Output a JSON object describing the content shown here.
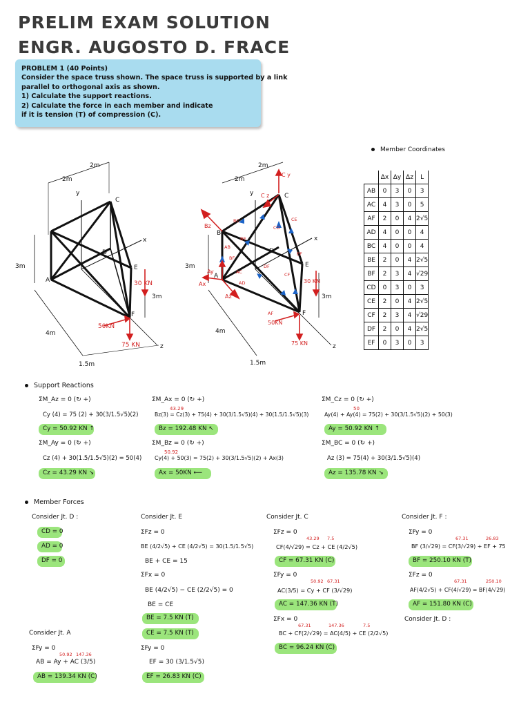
{
  "header": {
    "title_line1": "PRELIM EXAM SOLUTION",
    "title_line2": "ENGR. AUGOSTO D. FRACE"
  },
  "problem": {
    "heading": "PROBLEM 1 (40 Points)",
    "line1": "Consider the space truss shown. The space truss is supported by a link",
    "line2": "parallel to orthogonal axis as shown.",
    "line3": "1) Calculate the support reactions.",
    "line4": "2) Calculate the force in each member and indicate",
    "line5": "if it is tension (T) of compression (C)."
  },
  "figure": {
    "dim_2m": "2m",
    "dim_3m": "3m",
    "dim_4m": "4m",
    "dim_15m": "1.5m",
    "node_a": "A",
    "node_b": "B",
    "node_c": "C",
    "node_d": "D",
    "node_e": "E",
    "node_f": "F",
    "axis_x": "x",
    "axis_y": "y",
    "axis_z": "z",
    "load_30": "30 KN",
    "load_50": "50KN",
    "load_75": "75 KN",
    "react_cy": "C y",
    "react_cz": "C z",
    "react_bz": "Bz",
    "react_ay": "Ay",
    "react_az": "Az",
    "react_ax": "Ax",
    "members": [
      "AB",
      "AC",
      "AF",
      "AD",
      "BC",
      "BE",
      "BF",
      "CD",
      "CE",
      "CF",
      "DF",
      "EF"
    ]
  },
  "coords": {
    "title": "Member Coordinates",
    "headers": [
      "Δx",
      "Δy",
      "Δz",
      "L"
    ],
    "rows": [
      {
        "m": "AB",
        "dx": "0",
        "dy": "3",
        "dz": "0",
        "L": "3"
      },
      {
        "m": "AC",
        "dx": "4",
        "dy": "3",
        "dz": "0",
        "L": "5"
      },
      {
        "m": "AF",
        "dx": "2",
        "dy": "0",
        "dz": "4",
        "L": "2√5"
      },
      {
        "m": "AD",
        "dx": "4",
        "dy": "0",
        "dz": "0",
        "L": "4"
      },
      {
        "m": "BC",
        "dx": "4",
        "dy": "0",
        "dz": "0",
        "L": "4"
      },
      {
        "m": "BE",
        "dx": "2",
        "dy": "0",
        "dz": "4",
        "L": "2√5"
      },
      {
        "m": "BF",
        "dx": "2",
        "dy": "3",
        "dz": "4",
        "L": "√29"
      },
      {
        "m": "CD",
        "dx": "0",
        "dy": "3",
        "dz": "0",
        "L": "3"
      },
      {
        "m": "CE",
        "dx": "2",
        "dy": "0",
        "dz": "4",
        "L": "2√5"
      },
      {
        "m": "CF",
        "dx": "2",
        "dy": "3",
        "dz": "4",
        "L": "√29"
      },
      {
        "m": "DF",
        "dx": "2",
        "dy": "0",
        "dz": "4",
        "L": "2√5"
      },
      {
        "m": "EF",
        "dx": "0",
        "dy": "3",
        "dz": "0",
        "L": "3"
      }
    ]
  },
  "support": {
    "heading": "Support Reactions",
    "col1": {
      "eq1_title": "ΣM_Az = 0  (↻ +)",
      "eq1": "Cy (4) = 75 (2) + 30(3/1.5√5)(2)",
      "res1": "Cy = 50.92 KN ↑",
      "eq2_title": "ΣM_Ay = 0  (↻ +)",
      "eq2": "Cz (4) + 30(1.5/1.5√5)(2) = 50(4)",
      "res2": "Cz = 43.29 KN ↘"
    },
    "col2": {
      "eq1_title": "ΣM_Ax = 0  (↻ +)",
      "eq1": "Bz(3) = Cz(3) + 75(4) + 30(3/1.5√5)(4) + 30(1.5/1.5√5)(3)",
      "note1": "43.29",
      "res1": "Bz = 192.48 KN ↖",
      "eq2_title": "ΣM_Bz = 0  (↻ +)",
      "eq2": "Cy(4) + 50(3) = 75(2) + 30(3/1.5√5)(2) + Ax(3)",
      "note2": "50.92",
      "res2": "Ax = 50KN ⟵"
    },
    "col3": {
      "eq1_title": "ΣM_Cz = 0  (↻ +)",
      "eq1": "Ay(4) + Ay(4) = 75(2) + 30(3/1.5√5)(2) + 50(3)",
      "note1": "50",
      "res1": "Ay = 50.92 KN ↑",
      "eq2_title": "ΣM_BC = 0  (↻ +)",
      "eq2": "Az (3) = 75(4) + 30(3/1.5√5)(4)",
      "res2": "Az = 135.78 KN ↘"
    }
  },
  "member_forces": {
    "heading": "Member Forces",
    "jd": {
      "title": "Consider Jt. D :",
      "r1": "CD = 0",
      "r2": "AD = 0",
      "r3": "DF = 0"
    },
    "je": {
      "title": "Consider Jt. E",
      "s1": "ΣFz = 0",
      "e1": "BE (4/2√5) + CE (4/2√5) = 30(1.5/1.5√5)",
      "e2": "BE + CE = 15",
      "s2": "ΣFx = 0",
      "e3": "BE (4/2√5) − CE (2/2√5) = 0",
      "e4": "BE = CE",
      "r1": "BE = 7.5 KN (T)",
      "r2": "CE = 7.5 KN (T)",
      "s3": "ΣFy = 0",
      "e5": "EF = 30 (3/1.5√5)",
      "r3": "EF = 26.83 KN (C)"
    },
    "jc": {
      "title": "Consider Jt. C",
      "s1": "ΣFz = 0",
      "e1": "CF(4/√29) = Cz + CE (4/2√5)",
      "n1a": "43.29",
      "n1b": "7.5",
      "r1": "CF = 67.31 KN (C)",
      "s2": "ΣFy = 0",
      "e2": "AC(3/5) = Cy + CF (3/√29)",
      "n2a": "50.92",
      "n2b": "67.31",
      "r2": "AC = 147.36 KN (T)",
      "s3": "ΣFx = 0",
      "e3": "BC + CF(2/√29) = AC(4/5) + CE (2/2√5)",
      "n3a": "67.31",
      "n3b": "147.36",
      "n3c": "7.5",
      "r3": "BC = 96.24 KN (C)"
    },
    "jf": {
      "title": "Consider Jt. F :",
      "s1": "ΣFy = 0",
      "e1": "BF (3/√29) = CF(3/√29) + EF + 75",
      "n1a": "67.31",
      "n1b": "26.83",
      "r1": "BF = 250.10 KN (T)",
      "s2": "ΣFz = 0",
      "e2": "AF(4/2√5) + CF(4/√29) = BF(4/√29)",
      "n2a": "67.31",
      "n2b": "250.10",
      "r2": "AF = 151.80 KN (C)",
      "t2": "Consider Jt. D :"
    },
    "ja": {
      "title": "Consider Jt. A",
      "s1": "ΣFy = 0",
      "e1": "AB = Ay + AC (3/5)",
      "n1a": "50.92",
      "n1b": "147.36",
      "r1": "AB = 139.34 KN (C)"
    }
  },
  "colors": {
    "problem_box": "#a9dcef",
    "highlight": "#9be57c",
    "load_red": "#d21f1f",
    "member_blue": "#1c64c8"
  }
}
